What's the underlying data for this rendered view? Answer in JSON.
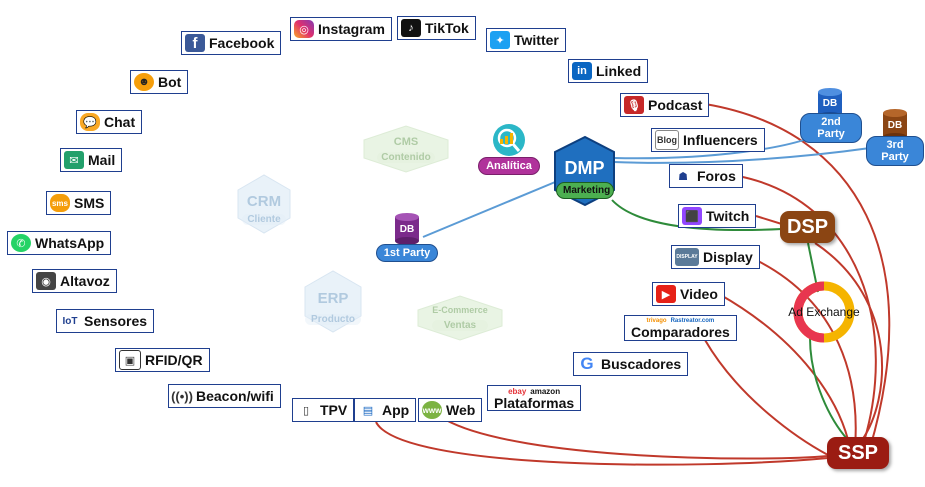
{
  "channels": [
    {
      "key": "facebook",
      "label": "Facebook",
      "icon": "facebook-icon"
    },
    {
      "key": "instagram",
      "label": "Instagram",
      "icon": "instagram-icon"
    },
    {
      "key": "tiktok",
      "label": "TikTok",
      "icon": "tiktok-icon"
    },
    {
      "key": "twitter",
      "label": "Twitter",
      "icon": "twitter-icon"
    },
    {
      "key": "linked",
      "label": "Linked",
      "icon": "linkedin-icon"
    },
    {
      "key": "bot",
      "label": "Bot",
      "icon": "bot-icon"
    },
    {
      "key": "chat",
      "label": "Chat",
      "icon": "chat-icon"
    },
    {
      "key": "mail",
      "label": "Mail",
      "icon": "mail-icon"
    },
    {
      "key": "sms",
      "label": "SMS",
      "icon": "sms-icon"
    },
    {
      "key": "whatsapp",
      "label": "WhatsApp",
      "icon": "whatsapp-icon"
    },
    {
      "key": "altavoz",
      "label": "Altavoz",
      "icon": "speaker-icon"
    },
    {
      "key": "sensores",
      "label": "Sensores",
      "icon": "iot-icon"
    },
    {
      "key": "rfid",
      "label": "RFID/QR",
      "icon": "rfid-icon"
    },
    {
      "key": "beacon",
      "label": "Beacon/wifi",
      "icon": "beacon-icon"
    },
    {
      "key": "tpv",
      "label": "TPV",
      "icon": "pos-terminal-icon"
    },
    {
      "key": "app",
      "label": "App",
      "icon": "mobile-app-icon"
    },
    {
      "key": "web",
      "label": "Web",
      "icon": "www-icon"
    },
    {
      "key": "plataformas",
      "label": "Plataformas",
      "icon": "ebay-amazon-icon"
    },
    {
      "key": "buscadores",
      "label": "Buscadores",
      "icon": "google-icon"
    },
    {
      "key": "comparadores",
      "label": "Comparadores",
      "icon": "trivago-rastreator-icon"
    },
    {
      "key": "video",
      "label": "Video",
      "icon": "youtube-icon"
    },
    {
      "key": "display",
      "label": "Display",
      "icon": "display-icon"
    },
    {
      "key": "twitch",
      "label": "Twitch",
      "icon": "twitch-icon"
    },
    {
      "key": "foros",
      "label": "Foros",
      "icon": "forum-icon"
    },
    {
      "key": "influencers",
      "label": "Influencers",
      "icon": "blog-icon"
    },
    {
      "key": "podcast",
      "label": "Podcast",
      "icon": "podcast-icon"
    }
  ],
  "icon_text": {
    "blog": "Blog",
    "display": "DISPLAY",
    "sms": "sms",
    "www": "www",
    "ebay": "ebay",
    "amazon": "amazon",
    "trivago": "trivago",
    "rastreator": "Rastreator.com"
  },
  "hexagons": [
    {
      "key": "crm",
      "title": "CRM",
      "subtitle": "Cliente"
    },
    {
      "key": "cms",
      "title": "CMS",
      "subtitle": "Contenido"
    },
    {
      "key": "erp",
      "title": "ERP",
      "subtitle": "Producto"
    },
    {
      "key": "ecommerce",
      "title": "E-Commerce",
      "subtitle": "Ventas"
    },
    {
      "key": "dmp",
      "title": "DMP",
      "subtitle": "Marketing"
    }
  ],
  "analitica": "Analítica",
  "databases": [
    {
      "key": "first",
      "label": "DB",
      "party": "1st Party"
    },
    {
      "key": "second",
      "label": "DB",
      "party": "2nd Party"
    },
    {
      "key": "third",
      "label": "DB",
      "party": "3rd Party"
    }
  ],
  "adtech": {
    "dsp": "DSP",
    "ssp": "SSP",
    "adexchange": "Ad Exchange"
  },
  "colors": {
    "channel_border": "#1f3f8f",
    "link_red": "#c0392b",
    "link_green": "#2e8b3a",
    "link_blue": "#5b9bd5",
    "ssp": "#9b1c12",
    "dsp": "#8b4513",
    "dmp": "#1f6fbf",
    "db_blue": "#1f5fbf",
    "db_brown": "#8b4513",
    "db_purple": "#7b2a8b",
    "hex_faded": "#cfe0c8"
  }
}
